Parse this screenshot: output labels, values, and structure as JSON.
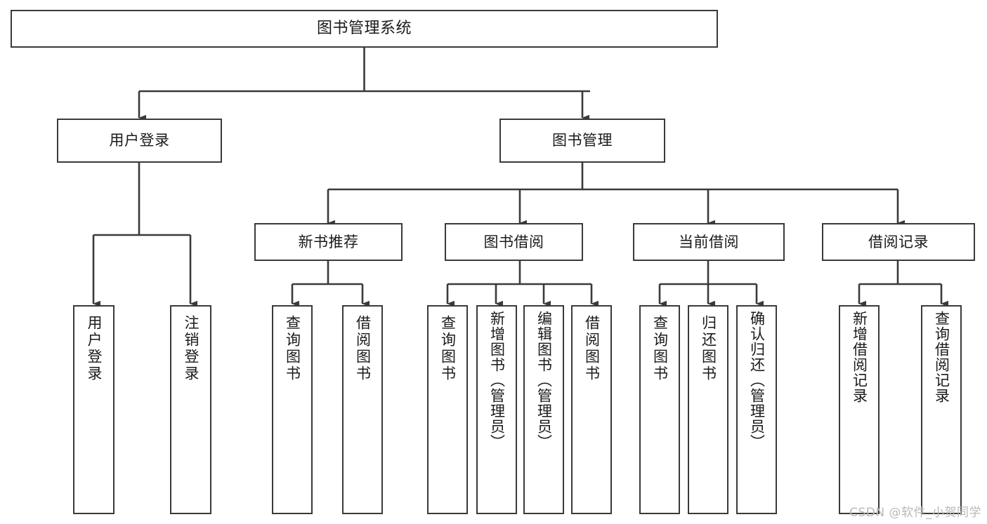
{
  "diagram": {
    "title": "图书管理系统",
    "type": "tree",
    "watermark": "CSDN @软件_小贺同学",
    "colors": {
      "background": "#ffffff",
      "box_border": "#3a3a3a",
      "box_fill": "#ffffff",
      "edge": "#3a3a3a",
      "text": "#1a1a1a",
      "watermark": "#b9b9b9"
    },
    "root": {
      "label": "图书管理系统"
    },
    "level1": [
      {
        "label": "用户登录"
      },
      {
        "label": "图书管理"
      }
    ],
    "level2": [
      {
        "label": "新书推荐"
      },
      {
        "label": "图书借阅"
      },
      {
        "label": "当前借阅"
      },
      {
        "label": "借阅记录"
      }
    ],
    "leaves": {
      "user_login": [
        {
          "label": "用户登录"
        },
        {
          "label": "注销登录"
        }
      ],
      "new_book_recommend": [
        {
          "label": "查询图书"
        },
        {
          "label": "借阅图书"
        }
      ],
      "book_borrow": [
        {
          "label": "查询图书"
        },
        {
          "label": "新增图书（管理员）"
        },
        {
          "label": "编辑图书（管理员）"
        },
        {
          "label": "借阅图书"
        }
      ],
      "current_borrow": [
        {
          "label": "查询图书"
        },
        {
          "label": "归还图书"
        },
        {
          "label": "确认归还（管理员）"
        }
      ],
      "borrow_record": [
        {
          "label": "新增借阅记录"
        },
        {
          "label": "查询借阅记录"
        }
      ]
    }
  }
}
